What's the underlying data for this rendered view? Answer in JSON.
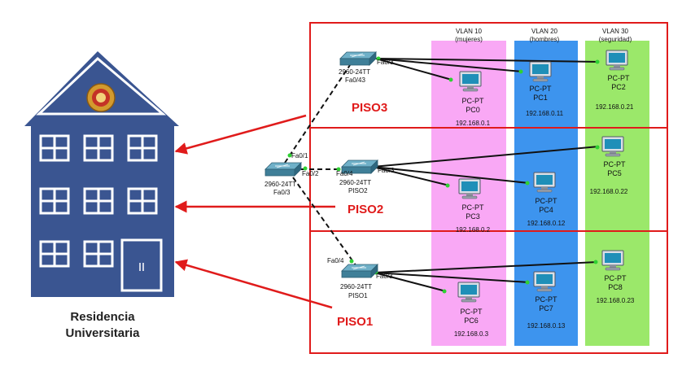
{
  "building": {
    "name_line1": "Residencia",
    "name_line2": "Universitaria",
    "body_color": "#3a5591",
    "seal_icon": "university-seal"
  },
  "floors": [
    {
      "label": "PISO3",
      "color": "#e01b1b"
    },
    {
      "label": "PISO2",
      "color": "#e01b1b"
    },
    {
      "label": "PISO1",
      "color": "#e01b1b"
    }
  ],
  "vlans": [
    {
      "line1": "VLAN 10",
      "line2": "(mujeres)",
      "color": "#f9a8f5"
    },
    {
      "line1": "VLAN 20",
      "line2": "(hombres)",
      "color": "#3d94ee"
    },
    {
      "line1": "VLAN 30",
      "line2": "(seguridad)",
      "color": "#9be86a"
    }
  ],
  "core_switch": {
    "model": "2960-24TT",
    "port_top": "Fa0/1",
    "port_right": "Fa0/2",
    "port_bottom": "Fa0/3"
  },
  "floor_switches": [
    {
      "name": "",
      "model": "2960-24TT",
      "port_uplink": "Fa0/43",
      "port_down": "Fa0/3"
    },
    {
      "name": "PISO2",
      "model": "2960-24TT",
      "port_uplink": "Fa0/4",
      "port_down": "Fa0/3"
    },
    {
      "name": "PISO1",
      "model": "2960-24TT",
      "port_uplink": "Fa0/4",
      "port_down": "Fa0/3"
    }
  ],
  "pcs": [
    {
      "type": "PC-PT",
      "name": "PC0",
      "ip": "192.168.0.1"
    },
    {
      "type": "PC-PT",
      "name": "PC1",
      "ip": "192.168.0.11"
    },
    {
      "type": "PC-PT",
      "name": "PC2",
      "ip": "192.168.0.21"
    },
    {
      "type": "PC-PT",
      "name": "PC3",
      "ip": "192.168.0.2"
    },
    {
      "type": "PC-PT",
      "name": "PC4",
      "ip": "192.168.0.12"
    },
    {
      "type": "PC-PT",
      "name": "PC5",
      "ip": "192.168.0.22"
    },
    {
      "type": "PC-PT",
      "name": "PC6",
      "ip": "192.168.0.3"
    },
    {
      "type": "PC-PT",
      "name": "PC7",
      "ip": "192.168.0.13"
    },
    {
      "type": "PC-PT",
      "name": "PC8",
      "ip": "192.168.0.23"
    }
  ]
}
